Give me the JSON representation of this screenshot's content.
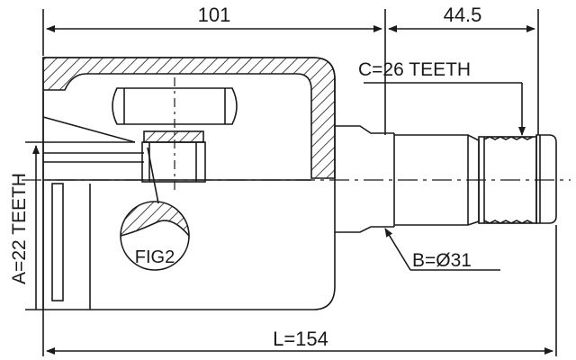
{
  "diagram": {
    "labels": {
      "dim_top_left": "101",
      "dim_top_right": "44.5",
      "c_teeth": "C=26 TEETH",
      "a_teeth": "A=22 TEETH",
      "b_diameter": "B=Ø31",
      "fig": "FIG2",
      "total_length": "L=154"
    },
    "colors": {
      "ink": "#1a1a1a",
      "background": "#ffffff"
    }
  }
}
